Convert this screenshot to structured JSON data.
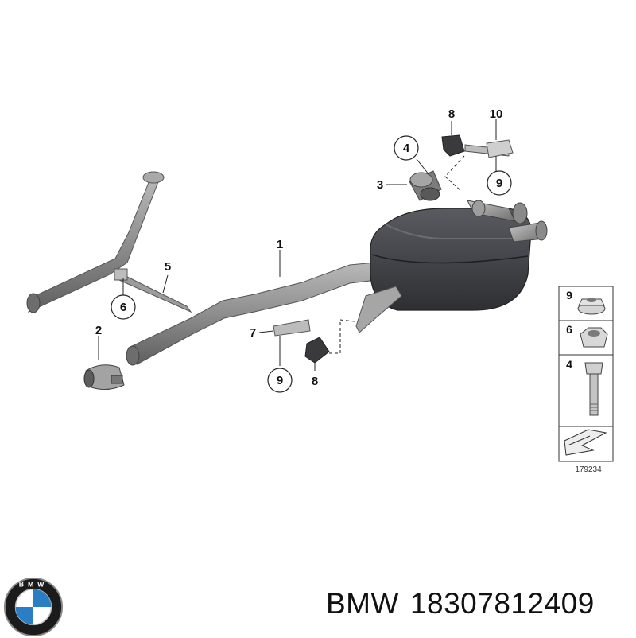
{
  "diagram": {
    "callouts": {
      "c1": "1",
      "c2": "2",
      "c3": "3",
      "c4": "4",
      "c5": "5",
      "c6": "6",
      "c7": "7",
      "c8a": "8",
      "c8b": "8",
      "c9a": "9",
      "c9b": "9",
      "c10": "10"
    },
    "legend": {
      "items": [
        "9",
        "6",
        "4"
      ],
      "reference": "179234"
    },
    "colors": {
      "pipe": "#8e8e8e",
      "muffler": "#3f4045",
      "line": "#222222"
    }
  },
  "caption": {
    "brand": "BMW",
    "part_number": "18307812409"
  },
  "logo": {
    "text": "BMW",
    "icon": "bmw-roundel-logo"
  }
}
